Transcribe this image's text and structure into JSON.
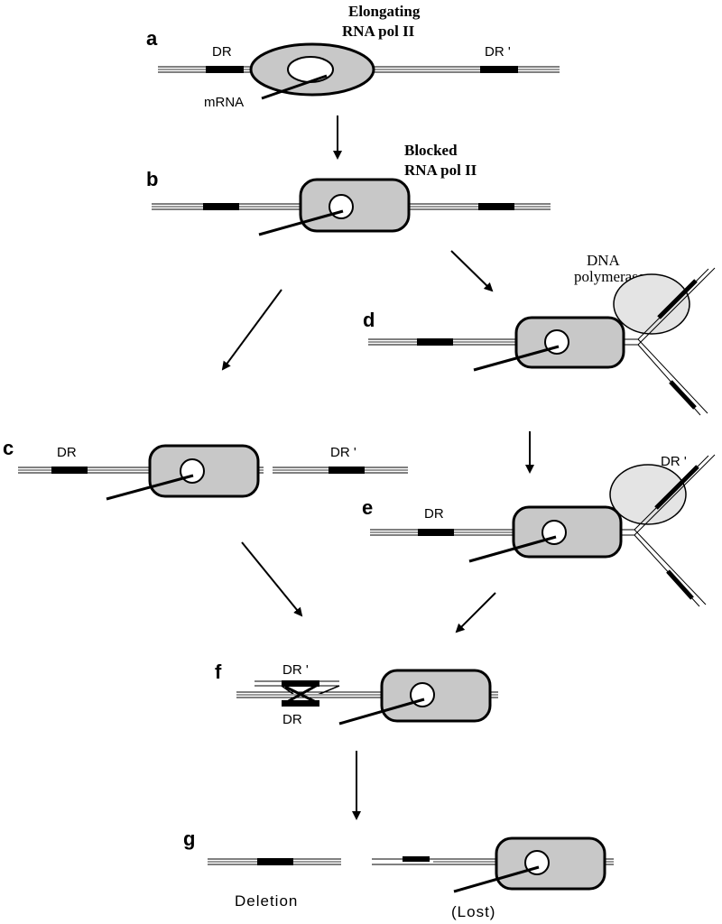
{
  "panels": {
    "a": {
      "letter": "a",
      "title_line1": "Elongating",
      "title_line2": "RNA pol II",
      "dr_left": "DR",
      "dr_right": "DR '",
      "mrna": "mRNA"
    },
    "b": {
      "letter": "b",
      "title_line1": "Blocked",
      "title_line2": "RNA pol II"
    },
    "c": {
      "letter": "c",
      "dr_left": "DR",
      "dr_right": "DR '"
    },
    "d": {
      "letter": "d",
      "enzyme_line1": "DNA",
      "enzyme_line2": "polymerase"
    },
    "e": {
      "letter": "e",
      "dr_left": "DR",
      "dr_right": "DR '"
    },
    "f": {
      "letter": "f",
      "dr_top": "DR '",
      "dr_bottom": "DR"
    },
    "g": {
      "letter": "g",
      "left_caption": "Deletion",
      "right_caption": "(Lost)"
    }
  },
  "colors": {
    "polymerase_fill": "#c8c8c8",
    "enzyme_fill": "#e4e4e4",
    "line": "#000000",
    "dna_gray": "#9a9a9a"
  }
}
